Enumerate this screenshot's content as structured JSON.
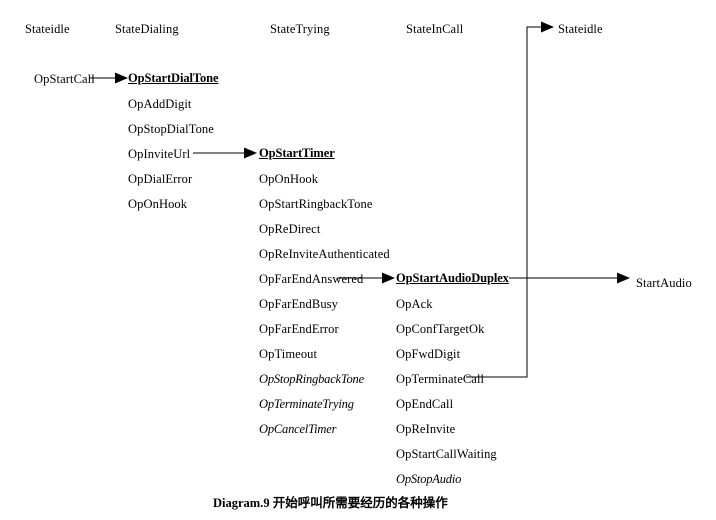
{
  "diagram": {
    "caption": "Diagram.9 开始呼叫所需要经历的各种操作",
    "headers": [
      {
        "label": "Stateidle"
      },
      {
        "label": "StateDialing"
      },
      {
        "label": "StateTrying"
      },
      {
        "label": "StateInCall"
      },
      {
        "label": "Stateidle"
      }
    ],
    "trigger": {
      "label": "OpStartCall"
    },
    "columns": {
      "state_dialing": {
        "entry": "OpStartDialTone",
        "operations": [
          "OpAddDigit",
          "OpStopDialTone",
          "OpInviteUrl",
          "OpDialError",
          "OpOnHook"
        ]
      },
      "state_trying": {
        "entry": "OpStartTimer",
        "operations": [
          "OpOnHook",
          "OpStartRingbackTone",
          "OpReDirect",
          "OpReInviteAuthenticated",
          "OpFarEndAnswered",
          "OpFarEndBusy",
          "OpFarEndError",
          "OpTimeout",
          "OpStopRingbackTone",
          "OpTerminateTrying",
          "OpCancelTimer"
        ],
        "italic_operations": [
          "OpStopRingbackTone",
          "OpTerminateTrying",
          "OpCancelTimer"
        ]
      },
      "state_incall": {
        "entry": "OpStartAudioDuplex",
        "operations": [
          "OpAck",
          "OpConfTargetOk",
          "OpFwdDigit",
          "OpTerminateCall",
          "OpEndCall",
          "OpReInvite",
          "OpStartCallWaiting",
          "OpStopAudio"
        ],
        "italic_operations": [
          "OpStopAudio"
        ]
      }
    },
    "outputs": {
      "start_audio": "StartAudio"
    },
    "colors": {
      "background": "#ffffff",
      "foreground": "#000000"
    }
  }
}
